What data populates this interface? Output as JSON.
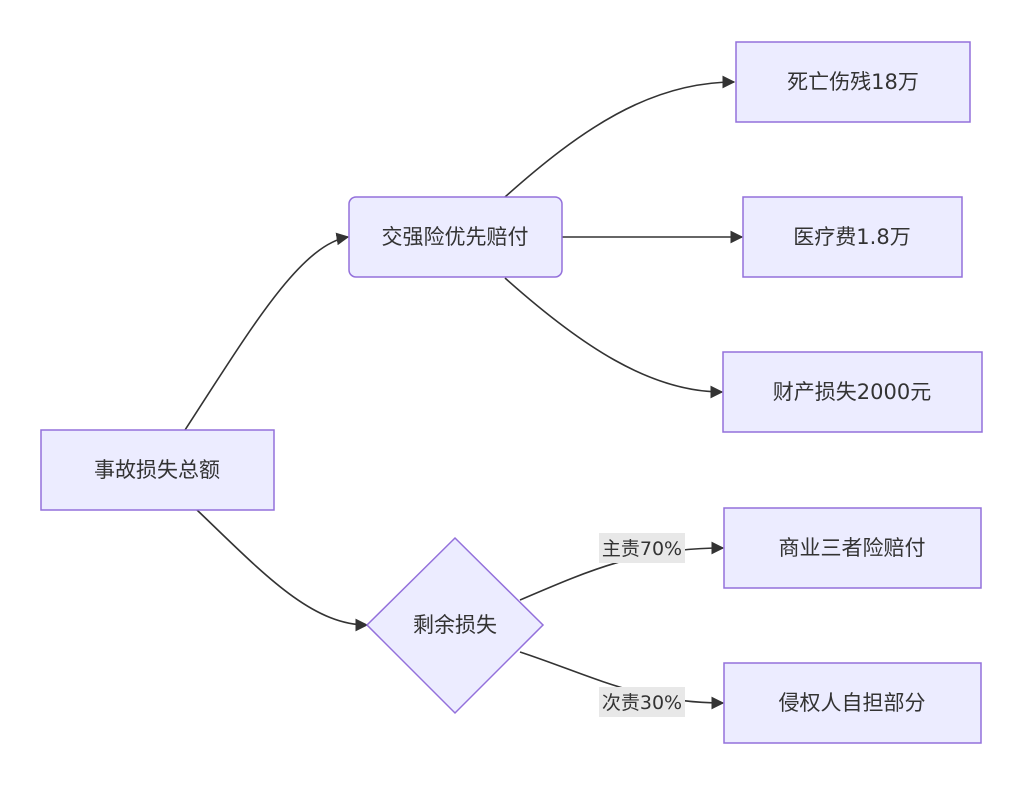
{
  "nodes": {
    "total": "事故损失总额",
    "compulsory": "交强险优先赔付",
    "death": "死亡伤残18万",
    "medical": "医疗费1.8万",
    "property": "财产损失2000元",
    "remaining": "剩余损失",
    "commercial": "商业三者险赔付",
    "self": "侵权人自担部分"
  },
  "edge_labels": {
    "primary": "主责70%",
    "secondary": "次责30%"
  },
  "colors": {
    "node_fill": "#ececff",
    "node_stroke": "#9370db",
    "edge": "#333333",
    "label_bg": "#e8e8e8"
  }
}
